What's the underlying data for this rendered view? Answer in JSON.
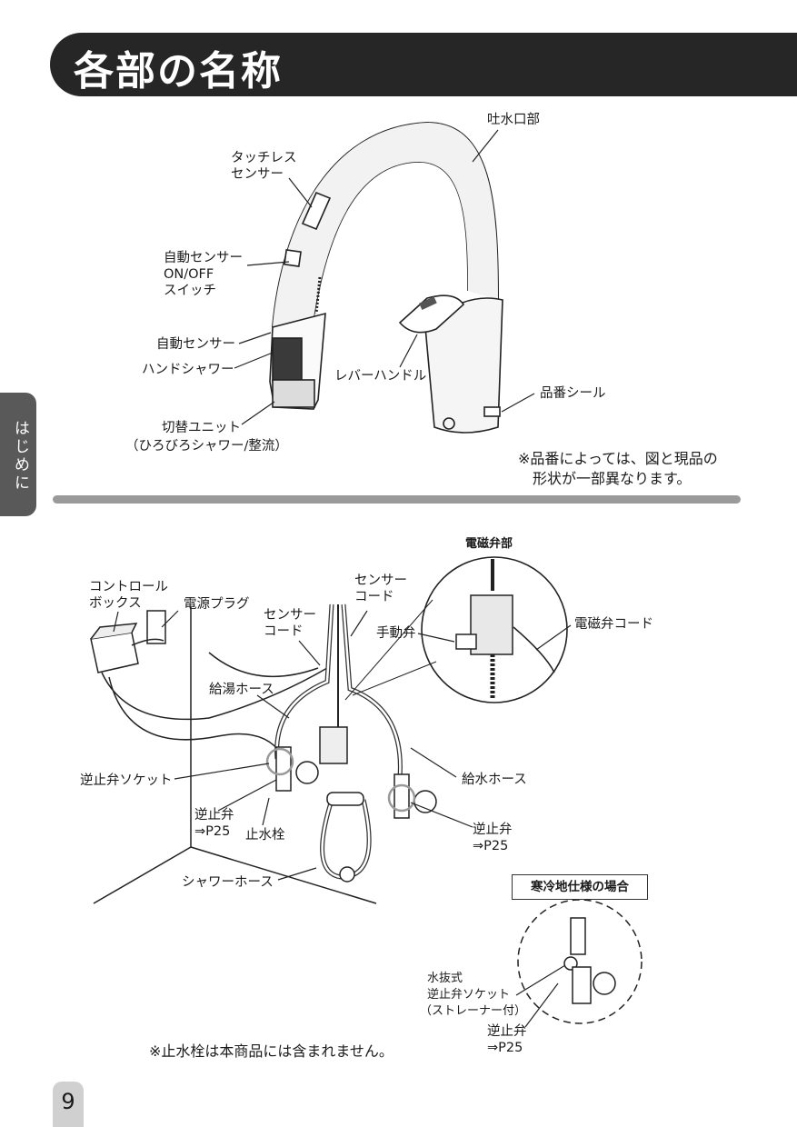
{
  "header": {
    "title": "各部の名称"
  },
  "side_tab": {
    "label": "はじめに"
  },
  "faucet": {
    "labels": {
      "spout": "吐水口部",
      "touchless_sensor": "タッチレス\nセンサー",
      "auto_sensor_switch": "自動センサー\nON/OFF\nスイッチ",
      "auto_sensor": "自動センサー",
      "hand_shower": "ハンドシャワー",
      "lever_handle": "レバーハンドル",
      "part_number_seal": "品番シール",
      "switch_unit": "切替ユニット",
      "switch_unit_sub": "（ひろびろシャワー/整流）"
    },
    "note": "※品番によっては、図と現品の\n　形状が一部異なります。"
  },
  "plumbing": {
    "labels": {
      "solenoid_valve_part": "電磁弁部",
      "control_box": "コントロール\nボックス",
      "power_plug": "電源プラグ",
      "sensor_cord_1": "センサー\nコード",
      "sensor_cord_2": "センサー\nコード",
      "manual_valve": "手動弁",
      "solenoid_valve_cord": "電磁弁コード",
      "hot_water_hose": "給湯ホース",
      "check_valve_socket": "逆止弁ソケット",
      "check_valve_left": "逆止弁\n⇒P25",
      "stop_valve": "止水栓",
      "cold_water_hose": "給水ホース",
      "check_valve_right": "逆止弁\n⇒P25",
      "shower_hose": "シャワーホース"
    },
    "cold_region": {
      "title": "寒冷地仕様の場合",
      "drain_socket": "水抜式\n逆止弁ソケット",
      "drain_socket_sub": "（ストレーナー付）",
      "check_valve": "逆止弁\n⇒P25"
    },
    "note": "※止水栓は本商品には含まれません。"
  },
  "footer": {
    "page_number": "9"
  }
}
